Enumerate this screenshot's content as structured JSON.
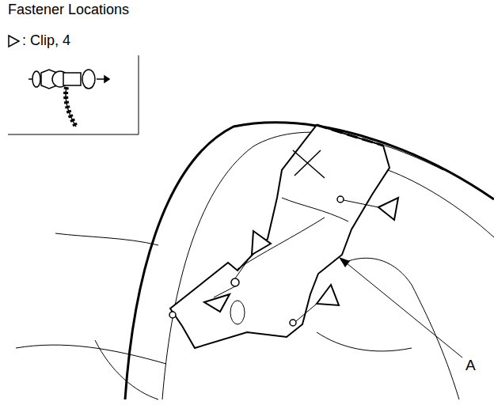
{
  "diagram": {
    "title": "Fastener Locations",
    "labels": [
      "A"
    ],
    "legend": [
      {
        "text": ": Clip, 4"
      }
    ]
  }
}
